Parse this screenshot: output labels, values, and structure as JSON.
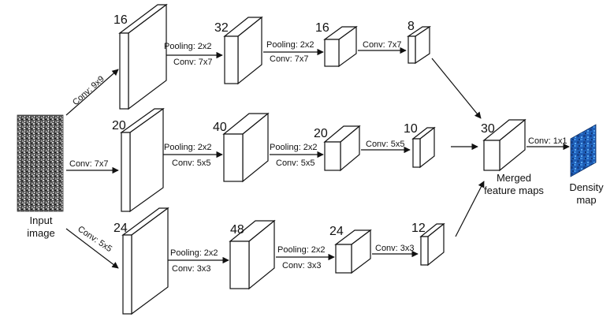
{
  "input": {
    "label_line1": "Input",
    "label_line2": "image"
  },
  "columns": {
    "col1_conv": [
      "Conv: 9x9",
      "Conv: 7x7",
      "Conv: 5x5"
    ],
    "col1_channels": [
      "16",
      "20",
      "24"
    ],
    "col2_pool": [
      "Pooling: 2x2",
      "Pooling: 2x2",
      "Pooling: 2x2"
    ],
    "col2_conv": [
      "Conv: 7x7",
      "Conv: 5x5",
      "Conv: 3x3"
    ],
    "col2_channels": [
      "32",
      "40",
      "48"
    ],
    "col3_pool": [
      "Pooling: 2x2",
      "Pooling: 2x2",
      "Pooling: 2x2"
    ],
    "col3_conv": [
      "Conv: 7x7",
      "Conv: 5x5",
      "Conv: 3x3"
    ],
    "col3_channels": [
      "16",
      "20",
      "24"
    ],
    "col4_conv": [
      "Conv: 7x7",
      "Conv: 5x5",
      "Conv: 3x3"
    ],
    "col4_channels": [
      "8",
      "10",
      "12"
    ]
  },
  "merged": {
    "channels": "30",
    "label_line1": "Merged",
    "label_line2": "feature maps"
  },
  "final_conv": "Conv: 1x1",
  "density": {
    "label_line1": "Density",
    "label_line2": "map"
  }
}
